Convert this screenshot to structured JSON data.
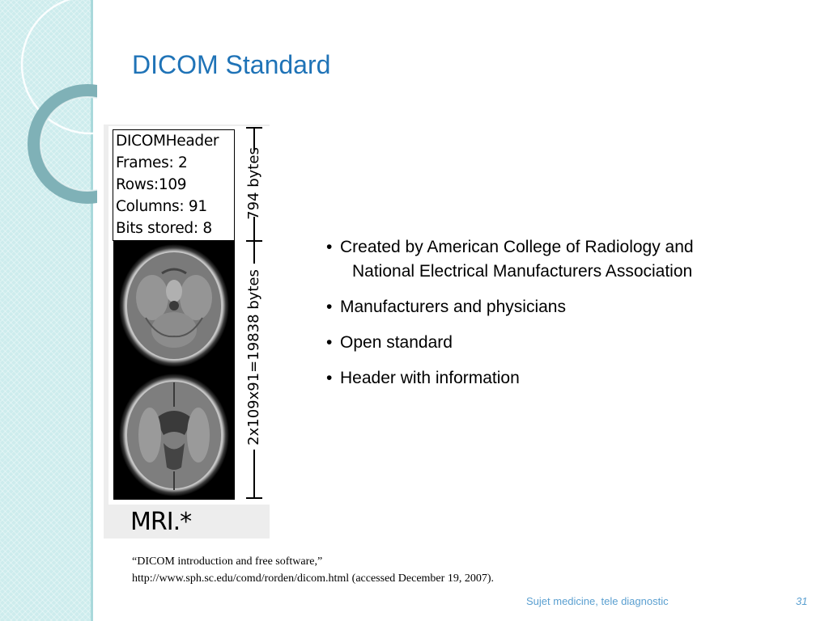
{
  "slide": {
    "title": "DICOM Standard",
    "figure": {
      "header_lines": [
        "DICOMHeader",
        "Frames: 2",
        "Rows:109",
        "Columns: 91",
        "Bits stored: 8"
      ],
      "header_size_label": "794 bytes",
      "image_size_label": "2x109x91=19838 bytes",
      "caption": "MRI.*"
    },
    "bullets": [
      {
        "text": "Created by American College of Radiology and",
        "continuation": "National Electrical Manufacturers Association"
      },
      {
        "text": "Manufacturers and physicians"
      },
      {
        "text": "Open standard"
      },
      {
        "text": "Header with information"
      }
    ],
    "bullet_symbol": "•",
    "citation": {
      "line1": "“DICOM introduction and free software,”",
      "line2": "http://www.sph.sc.edu/comd/rorden/dicom.html (accessed December 19, 2007)."
    },
    "footer": {
      "text": "Sujet medicine, tele diagnostic",
      "page_number": "31"
    },
    "colors": {
      "title": "#1f73b7",
      "footer": "#5a9fd0",
      "sidebar": "#cdeced",
      "ring": "#7fb1b7"
    }
  }
}
